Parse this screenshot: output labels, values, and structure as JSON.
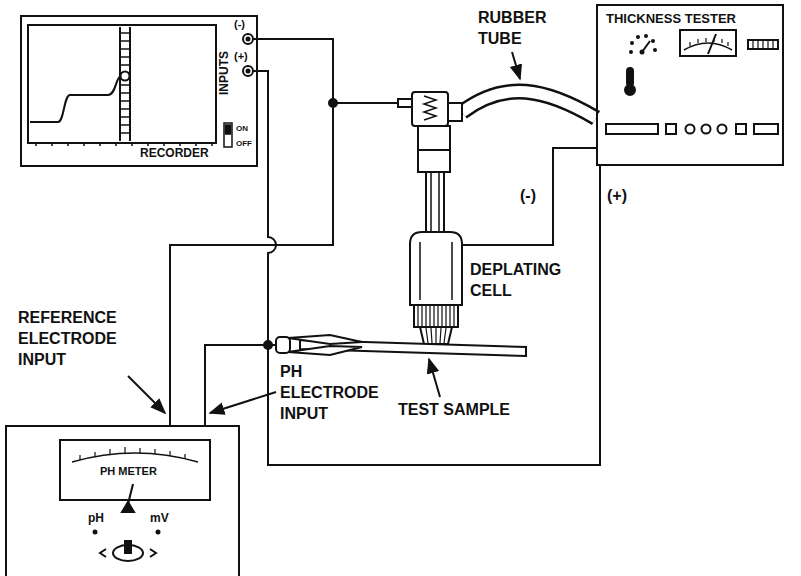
{
  "diagram": {
    "nodes": [
      {
        "text": [
          "INPUTS",
          "(-)",
          "(+)",
          "ON",
          "OFF",
          "RECORDER"
        ]
      },
      {
        "text": [
          "THICKNESS TESTER"
        ]
      },
      {
        "text": [
          "PH METER",
          "pH",
          "mV"
        ]
      }
    ],
    "edges": [
      {
        "from": 0,
        "to": 2,
        "arrow": "none"
      },
      {
        "from": 0,
        "to": 2,
        "arrow": "none"
      },
      {
        "from": 1,
        "to": 2,
        "arrow": "none"
      }
    ],
    "labels": [
      "RUBBER TUBE",
      "(-)",
      "(+)",
      "DEPLATING CELL",
      "TEST SAMPLE",
      "REFERENCE ELECTRODE INPUT",
      "PH ELECTRODE INPUT"
    ]
  }
}
